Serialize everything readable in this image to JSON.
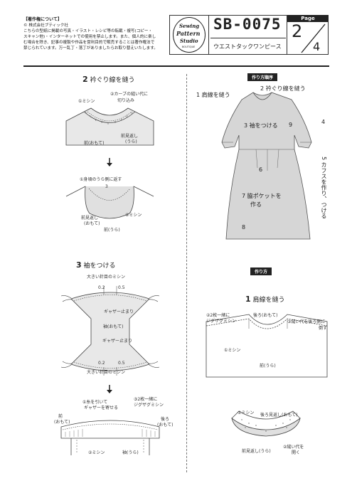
{
  "header": {
    "copyright_title": "【著作権について】",
    "company": "© 株式会社ブティック社",
    "notice": [
      "こちらの型紙に掲載の写真・イラスト・レシピ等の転載・複写(コピー・",
      "スキャン他)・インターネットでの使用を禁止します。また、個人的に楽し",
      "む場合を除き、記事の複製や作品を営利目的で販売することは著作権法で",
      "禁じられています。万一乱丁・落丁がありましたらお取り替えいたします。"
    ],
    "logo": {
      "line1": "Sewing",
      "line2": "Pattern",
      "line3": "Studio",
      "sub": "BOUTIQUE"
    },
    "code": "SB-0075",
    "name": "ウエストタックワンピース",
    "page_tab": "Page",
    "page_num": "2",
    "page_total": "4"
  },
  "left": {
    "step2": {
      "num": "2",
      "title": "衿ぐり線を縫う",
      "l_missin": "①ミシン",
      "l_curve": "②カーブの縫い代に",
      "l_curve2": "切り込み",
      "l_facing": "前見返し",
      "l_facing2": "(うら)",
      "l_front": "前(おもて)",
      "l_turn": "①身頃のうら側に返す",
      "l_num3": "3",
      "l_facing_b": "前見返し",
      "l_facing_b2": "(おもて)",
      "l_missin2": "②ミシン",
      "l_front_ura": "前(うら)"
    },
    "step3": {
      "num": "3",
      "title": "袖をつける",
      "l_big_top": "大きい針目のミシン",
      "l_02a": "0.2",
      "l_05a": "0.5",
      "l_gather1": "ギャザー止まり",
      "l_sleeve": "袖(おもて)",
      "l_gather2": "ギャザー止まり",
      "l_02b": "0.2",
      "l_05b": "0.5",
      "l_big_bottom": "大きい針目のミシン",
      "l_pull": "①糸を引いて",
      "l_pull2": "ギャザーを寄せる",
      "l_zig": "③2枚一緒に",
      "l_zig2": "ジグザグミシン",
      "l_front": "前",
      "l_front2": "(おもて)",
      "l_back": "後ろ",
      "l_back2": "(おもて)",
      "l_missin": "②ミシン",
      "l_sleeve_ura": "袖(うら)"
    }
  },
  "right": {
    "order_tag": "作り方順序",
    "order": {
      "s1": "1 肩線を縫う",
      "s2": "2 衿ぐり線を縫う",
      "s3": "3 袖をつける",
      "s9": "9",
      "s4": "4",
      "s5": "5 カフスを作り、つける",
      "s6": "6",
      "s7": "7 脇ポケットを",
      "s7b": "作る",
      "s8": "8"
    },
    "method_tag": "作り方",
    "step1": {
      "num": "1",
      "title": "肩線を縫う",
      "l_zig": "②2枚一緒に",
      "l_zig2": "ジグザグミシン",
      "l_back": "後ろ(おもて)",
      "l_fold": "③縫い代を後ろ側に",
      "l_fold2": "倒す",
      "l_missin": "①ミシン",
      "l_front": "前(うら)",
      "l_missin2": "①ミシン",
      "l_back_facing": "後ろ見返し(おもて)",
      "l_front_facing": "前見返し(うら)",
      "l_open": "②縫い代を",
      "l_open2": "開く"
    }
  }
}
